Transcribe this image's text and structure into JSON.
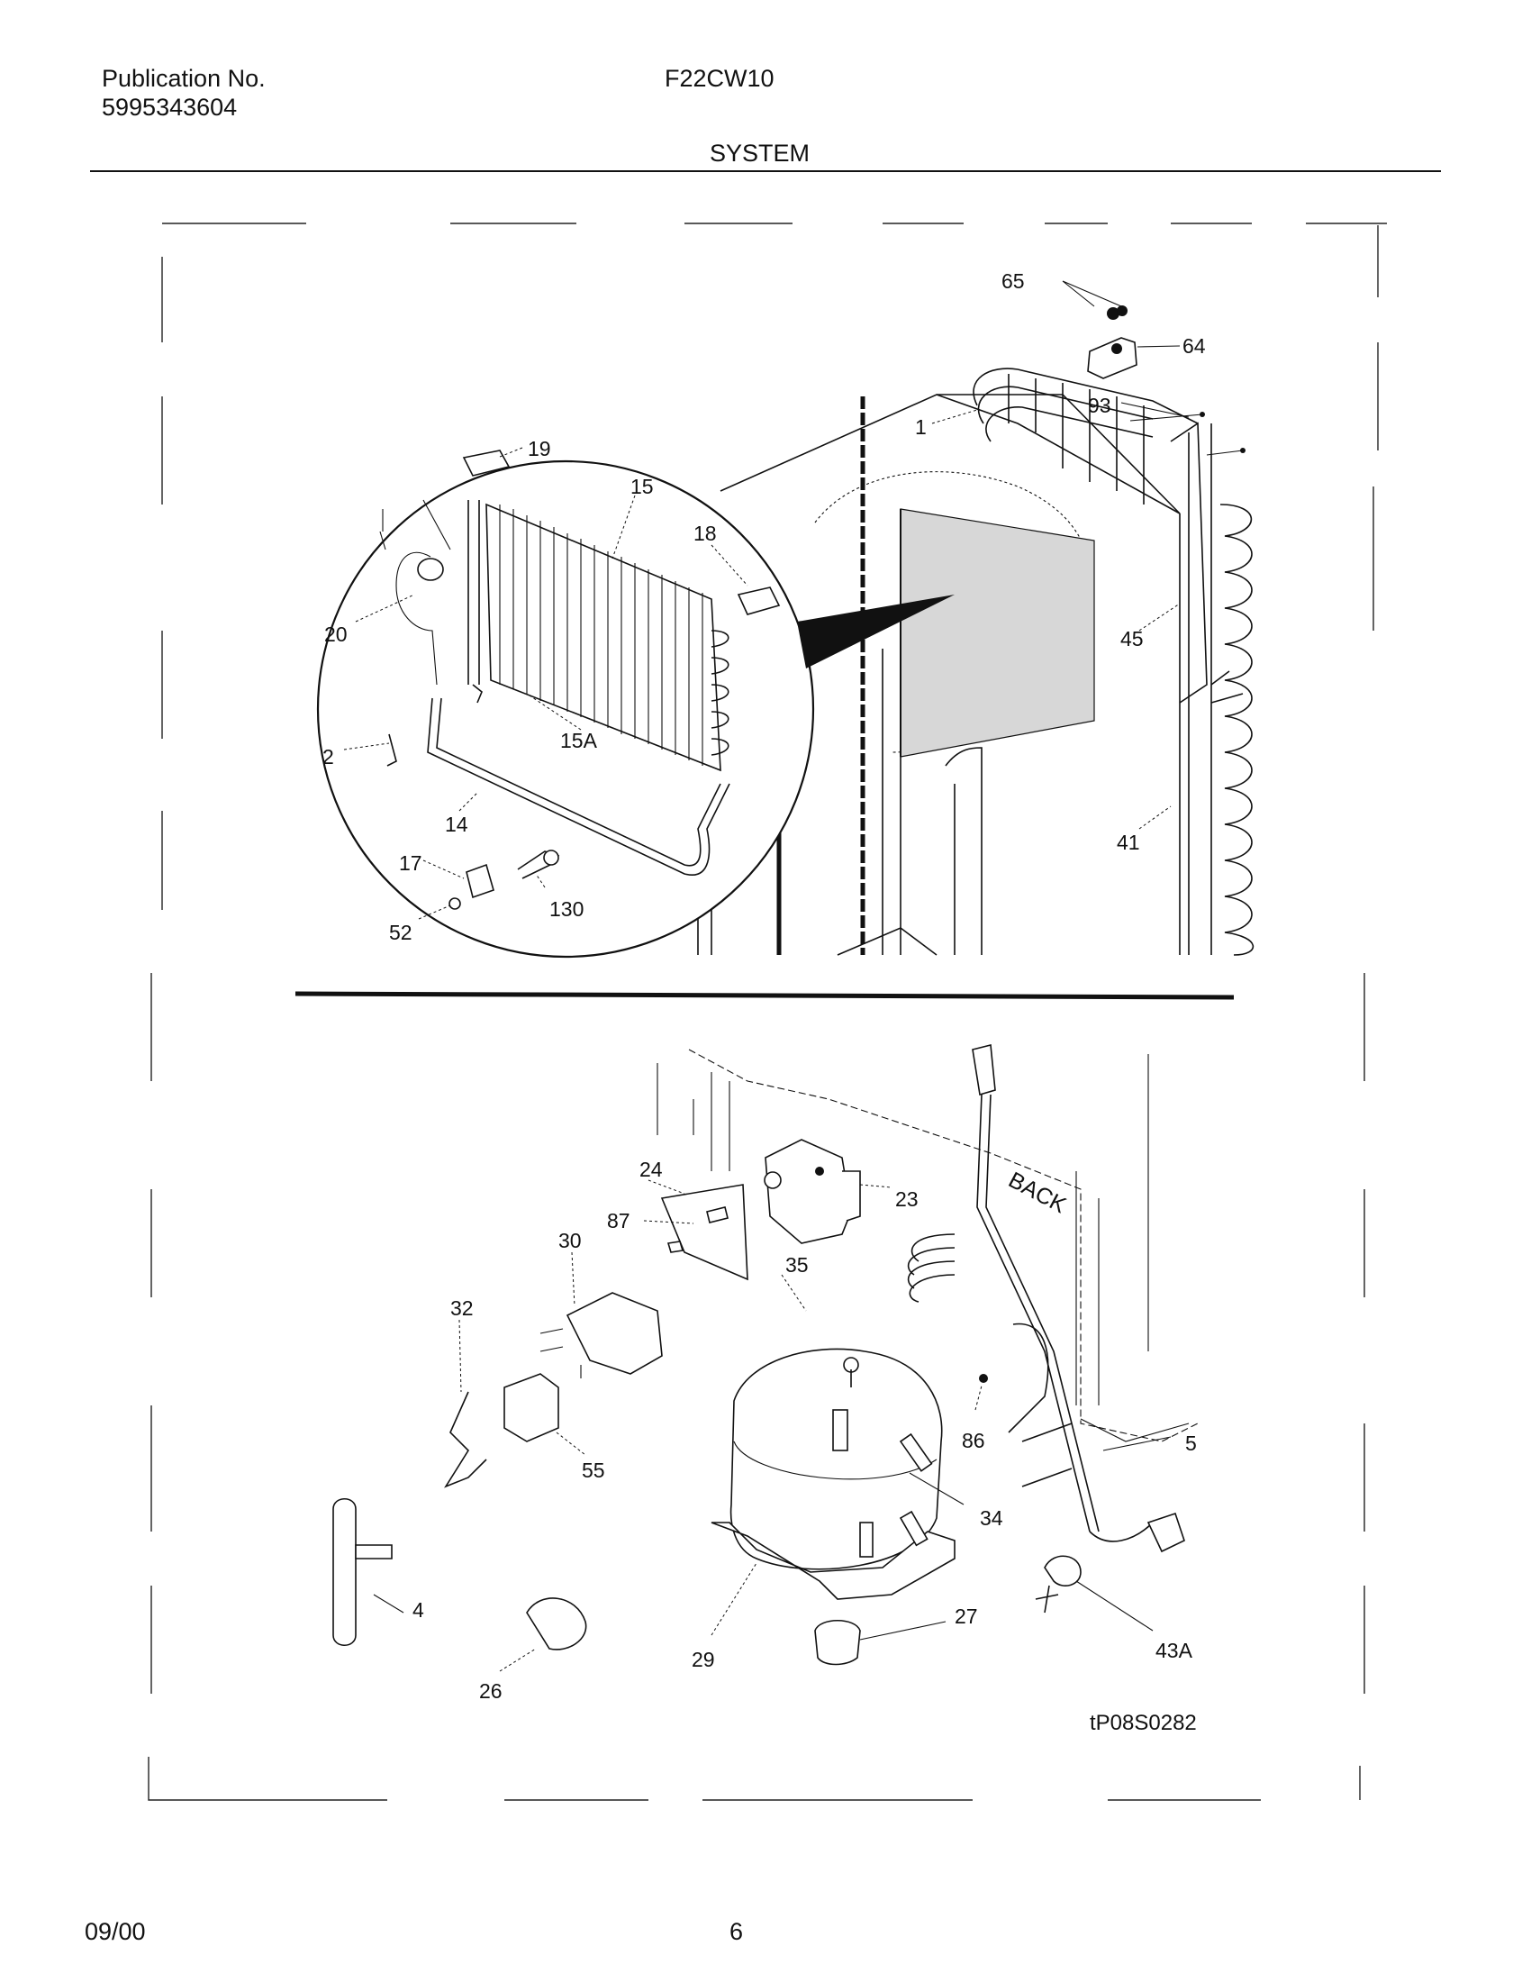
{
  "header": {
    "publication_label": "Publication No.",
    "publication_number": "5995343604",
    "model": "F22CW10",
    "section_title": "SYSTEM"
  },
  "footer": {
    "date": "09/00",
    "page_number": "6"
  },
  "diagram": {
    "figure_code": "tP08S0282",
    "back_label": "BACK",
    "callouts": [
      "65",
      "64",
      "93",
      "1",
      "19",
      "15",
      "18",
      "20",
      "15A",
      "2",
      "14",
      "17",
      "130",
      "52",
      "45",
      "41",
      "24",
      "23",
      "87",
      "30",
      "35",
      "32",
      "55",
      "86",
      "5",
      "34",
      "4",
      "26",
      "29",
      "27",
      "43A"
    ]
  }
}
